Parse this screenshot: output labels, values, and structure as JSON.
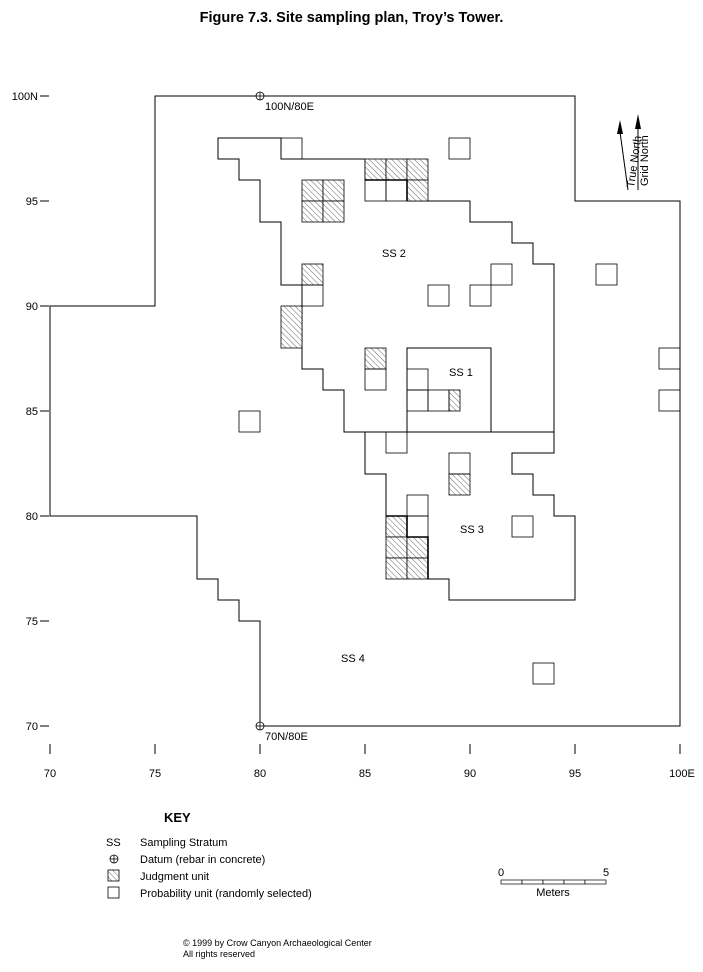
{
  "figure": {
    "title": "Figure 7.3.  Site sampling plan, Troy’s Tower."
  },
  "axes": {
    "x_ticks": [
      "70",
      "75",
      "80",
      "85",
      "90",
      "95",
      "100E"
    ],
    "y_ticks": [
      "100N",
      "95",
      "90",
      "85",
      "80",
      "75",
      "70"
    ]
  },
  "datums": [
    {
      "label": "100N/80E",
      "north": 100,
      "east": 80
    },
    {
      "label": "70N/80E",
      "north": 70,
      "east": 80
    }
  ],
  "strata": [
    {
      "label": "SS 1"
    },
    {
      "label": "SS 2"
    },
    {
      "label": "SS 3"
    },
    {
      "label": "SS 4"
    }
  ],
  "north_arrows": {
    "true_north": "True North",
    "grid_north": "Grid North"
  },
  "key": {
    "title": "KEY",
    "items": [
      {
        "symbol": "SS",
        "text": "Sampling Stratum"
      },
      {
        "symbol": "datum",
        "text": "Datum (rebar in concrete)"
      },
      {
        "symbol": "hatched",
        "text": "Judgment unit"
      },
      {
        "symbol": "open",
        "text": "Probability unit (randomly selected)"
      }
    ]
  },
  "scale_bar": {
    "start": "0",
    "end": "5",
    "unit": "Meters"
  },
  "copyright": {
    "line1": "© 1999 by Crow Canyon Archaeological Center",
    "line2": "All rights reserved"
  }
}
